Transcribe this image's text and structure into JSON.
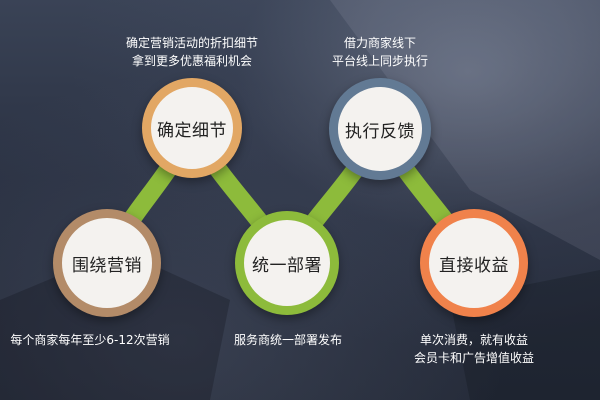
{
  "nodes": [
    {
      "id": "n1",
      "label": "围绕营销",
      "ring_color": "#b38b68"
    },
    {
      "id": "n2",
      "label": "确定细节",
      "ring_color": "#e2a764"
    },
    {
      "id": "n3",
      "label": "统一部署",
      "ring_color": "#8dbb3b"
    },
    {
      "id": "n4",
      "label": "执行反馈",
      "ring_color": "#627a94"
    },
    {
      "id": "n5",
      "label": "直接收益",
      "ring_color": "#f0824b"
    }
  ],
  "captions": {
    "n1": [
      "每个商家每年至少6-12次营销"
    ],
    "n2": [
      "确定营销活动的折扣细节",
      "拿到更多优惠福利机会"
    ],
    "n3": [
      "服务商统一部署发布"
    ],
    "n4": [
      "借力商家线下",
      "平台线上同步执行"
    ],
    "n5": [
      "单次消费，就有收益",
      "会员卡和广告增值收益"
    ]
  },
  "connector_color": "#8dbb3b"
}
